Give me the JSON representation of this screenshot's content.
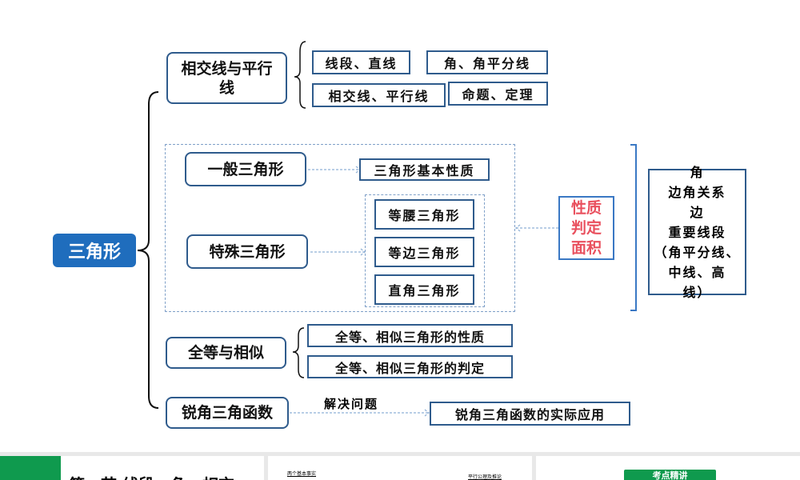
{
  "root": "三角形",
  "branches": {
    "intersect": {
      "label": "相交线与平行\n线",
      "items": [
        "线段、直线",
        "角、角平分线",
        "相交线、平行线",
        "命题、定理"
      ]
    },
    "general": {
      "label": "一般三角形",
      "item": "三角形基本性质"
    },
    "special": {
      "label": "特殊三角形",
      "items": [
        "等腰三角形",
        "等边三角形",
        "直角三角形"
      ]
    },
    "properties": [
      "性质",
      "判定",
      "面积"
    ],
    "summary": [
      "角",
      "边角关系",
      "边",
      "重要线段",
      "（角平分线、",
      "中线、高",
      "线）"
    ],
    "congruent": {
      "label": "全等与相似",
      "items": [
        "全等、相似三角形的性质",
        "全等、相似三角形的判定"
      ]
    },
    "trig": {
      "label": "锐角三角函数",
      "connector": "解决问题",
      "item": "锐角三角函数的实际应用"
    }
  },
  "thumbnails": {
    "t1_text": "第一节 线段、角、相交",
    "t2_text_a": "两个基本事实",
    "t2_text_b": "平行公理及推论",
    "t3_badge": "考点精讲"
  },
  "colors": {
    "accent": "#1f6dbd",
    "border": "#2f5b8c",
    "red": "#e9505e",
    "green": "#0f9a4e"
  }
}
